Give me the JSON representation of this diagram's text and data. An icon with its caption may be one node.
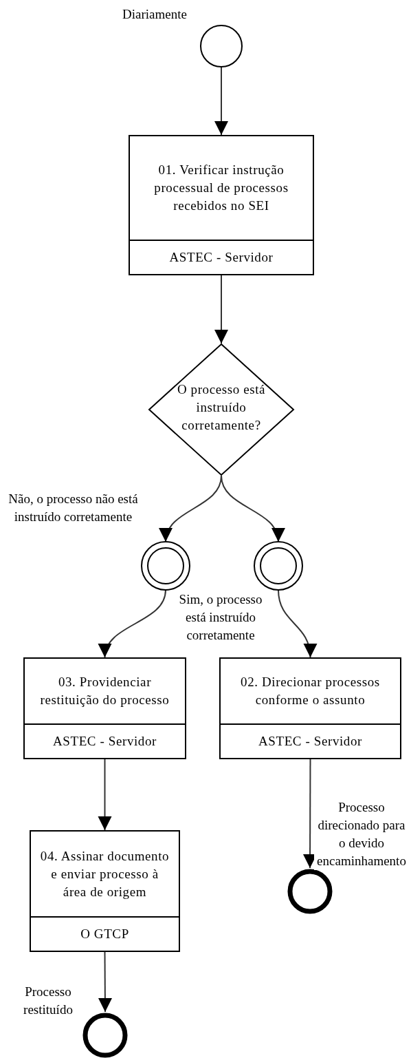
{
  "diagram": {
    "nodes": [
      {
        "text": [],
        "shape": "circle",
        "beside": [
          "Diariamente"
        ]
      },
      {
        "text": [
          "01. Verificar instrução processual de processos recebidos no SEI",
          "ASTEC - Servidor"
        ]
      },
      {
        "text": [
          "O processo está instruído corretamente?"
        ]
      },
      {
        "text": [],
        "shape": "circle"
      },
      {
        "text": [],
        "shape": "circle"
      },
      {
        "text": [
          "03. Providenciar restituição do processo",
          "ASTEC - Servidor"
        ]
      },
      {
        "text": [
          "02. Direcionar processos conforme o assunto",
          "ASTEC - Servidor"
        ]
      },
      {
        "text": [
          "04. Assinar documento e enviar processo à área de origem",
          "O GTCP"
        ]
      },
      {
        "text": [],
        "shape": "circle",
        "beside": [
          "Processo direcionado para o devido encaminhamento"
        ]
      },
      {
        "text": [],
        "shape": "circle",
        "beside": [
          "Processo restituído"
        ]
      }
    ],
    "edges": [
      {
        "from": 0,
        "to": 1,
        "arrow": "to"
      },
      {
        "from": 1,
        "to": 2,
        "arrow": "to"
      },
      {
        "from": 2,
        "to": 3,
        "arrow": "to",
        "label": "Não, o processo não está instruído corretamente"
      },
      {
        "from": 2,
        "to": 4,
        "arrow": "to"
      },
      {
        "from": 3,
        "to": 5,
        "arrow": "to",
        "label": "Sim, o processo está instruído corretamente"
      },
      {
        "from": 4,
        "to": 6,
        "arrow": "to"
      },
      {
        "from": 5,
        "to": 7,
        "arrow": "to"
      },
      {
        "from": 6,
        "to": 8,
        "arrow": "to"
      },
      {
        "from": 7,
        "to": 9,
        "arrow": "to"
      }
    ]
  }
}
